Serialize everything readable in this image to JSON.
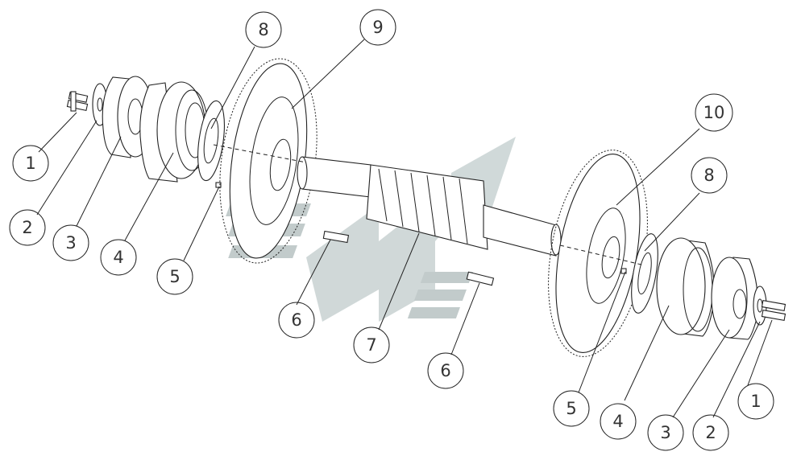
{
  "diagram": {
    "callouts": [
      {
        "id": "c1-left",
        "label": "1"
      },
      {
        "id": "c2-left",
        "label": "2"
      },
      {
        "id": "c3-left",
        "label": "3"
      },
      {
        "id": "c4-left",
        "label": "4"
      },
      {
        "id": "c5-left",
        "label": "5"
      },
      {
        "id": "c8-left",
        "label": "8"
      },
      {
        "id": "c9",
        "label": "9"
      },
      {
        "id": "c6-left",
        "label": "6"
      },
      {
        "id": "c7",
        "label": "7"
      },
      {
        "id": "c6-right",
        "label": "6"
      },
      {
        "id": "c10",
        "label": "10"
      },
      {
        "id": "c8-right",
        "label": "8"
      },
      {
        "id": "c5-right",
        "label": "5"
      },
      {
        "id": "c4-right",
        "label": "4"
      },
      {
        "id": "c3-right",
        "label": "3"
      },
      {
        "id": "c2-right",
        "label": "2"
      },
      {
        "id": "c1-right",
        "label": "1"
      }
    ],
    "colors": {
      "line": "#222222",
      "watermark": "#c4cfcf",
      "watermark_dark": "#a9b7b7",
      "label": "#333333"
    }
  }
}
